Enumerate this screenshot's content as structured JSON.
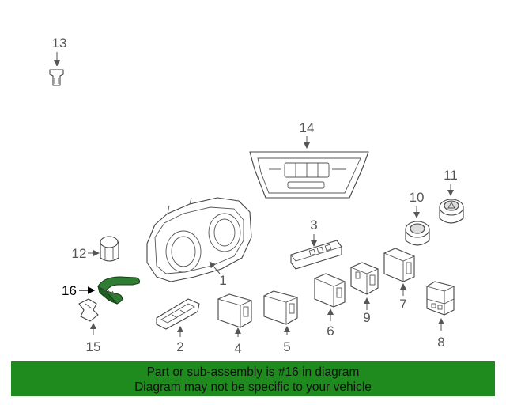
{
  "callouts": {
    "c1": "1",
    "c2": "2",
    "c3": "3",
    "c4": "4",
    "c5": "5",
    "c6": "6",
    "c7": "7",
    "c8": "8",
    "c9": "9",
    "c10": "10",
    "c11": "11",
    "c12": "12",
    "c13": "13",
    "c14": "14",
    "c15": "15",
    "c16": "16"
  },
  "highlight": {
    "part": "16",
    "color": "#2e7d32"
  },
  "banner": {
    "line1": "Part or sub-assembly is #16 in diagram",
    "line2": "Diagram may not be specific to your vehicle",
    "color": "#1f8b1f"
  }
}
